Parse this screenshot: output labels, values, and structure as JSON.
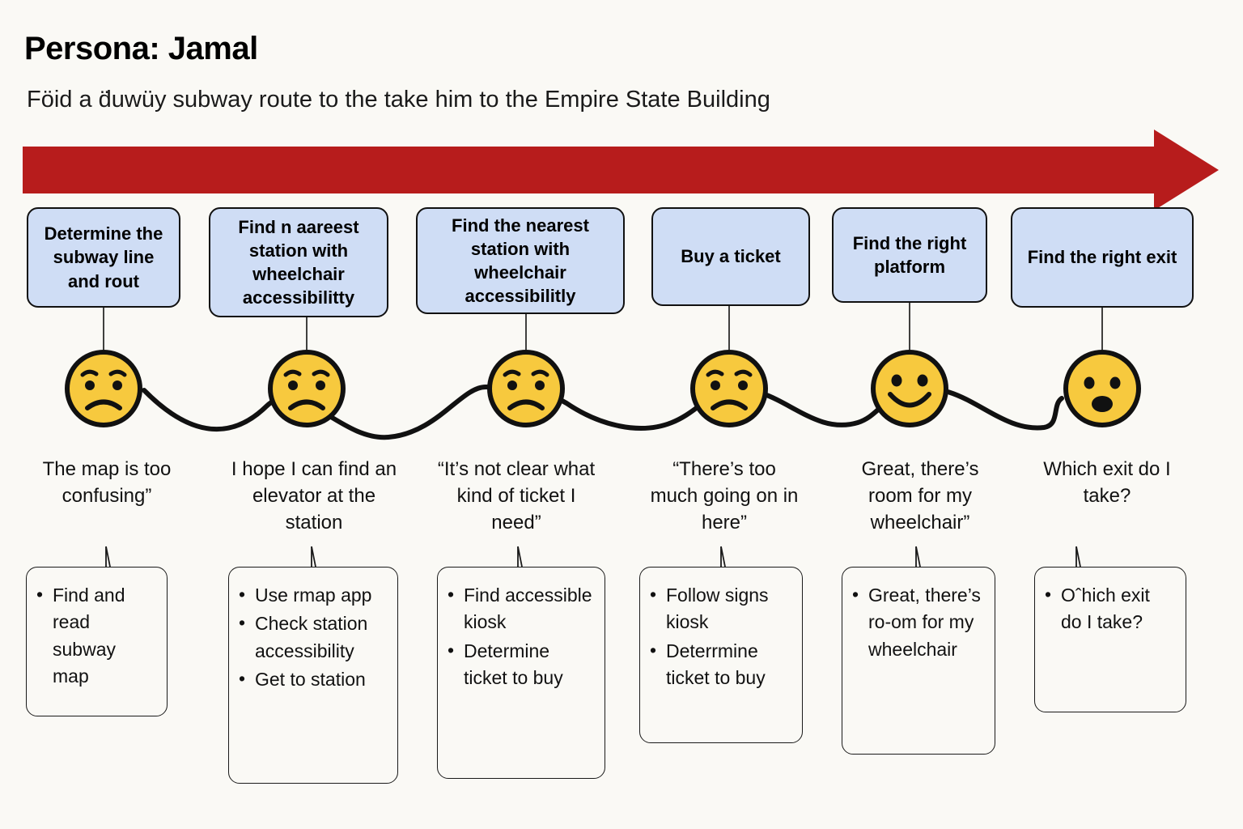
{
  "header": {
    "title": "Persona: Jamal",
    "subtitle": "Föid a d̈uwüy subway route to the take him to the Empire State Building"
  },
  "colors": {
    "background": "#faf9f5",
    "arrow": "#b71c1c",
    "stage_fill": "#cfddf5",
    "stage_stroke": "#111111",
    "face_fill": "#f7c93e",
    "face_stroke": "#111111",
    "line": "#111111"
  },
  "arrow": {
    "name": "journey-direction-arrow",
    "direction": "right"
  },
  "stages": [
    {
      "id": "stage-1",
      "label": "Determine the subway line and rout",
      "mood": "sad",
      "quote": "The map is too confusing”",
      "actions": [
        "Find and read subway map"
      ]
    },
    {
      "id": "stage-2",
      "label": "Find n aareest station with wheelchair accessibilitty",
      "mood": "sad",
      "quote": "I hope I can find an elevator at the station",
      "actions": [
        "Use rmap app",
        "Check station accessibility",
        "Get to station"
      ]
    },
    {
      "id": "stage-3",
      "label": "Find the nearest station with wheelchair accessibilitly",
      "mood": "sad",
      "quote": "“It’s not clear what kind of ticket I need”",
      "actions": [
        "Find accessible kiosk",
        "Determine ticket to buy"
      ]
    },
    {
      "id": "stage-4",
      "label": "Buy a ticket",
      "mood": "sad",
      "quote": "“There’s too much going on in here”",
      "actions": [
        "Follow signs kiosk",
        "Deterrmine ticket to buy"
      ]
    },
    {
      "id": "stage-5",
      "label": "Find the right platform",
      "mood": "happy",
      "quote": "Great, there’s room for my wheelchair”",
      "actions": [
        "Great, there’s ro-om for my wheelchair"
      ]
    },
    {
      "id": "stage-6",
      "label": "Find the right exit",
      "mood": "surprised",
      "quote": "Which exit do I take?",
      "actions": [
        "Oˆhich exit do I take?"
      ]
    }
  ]
}
